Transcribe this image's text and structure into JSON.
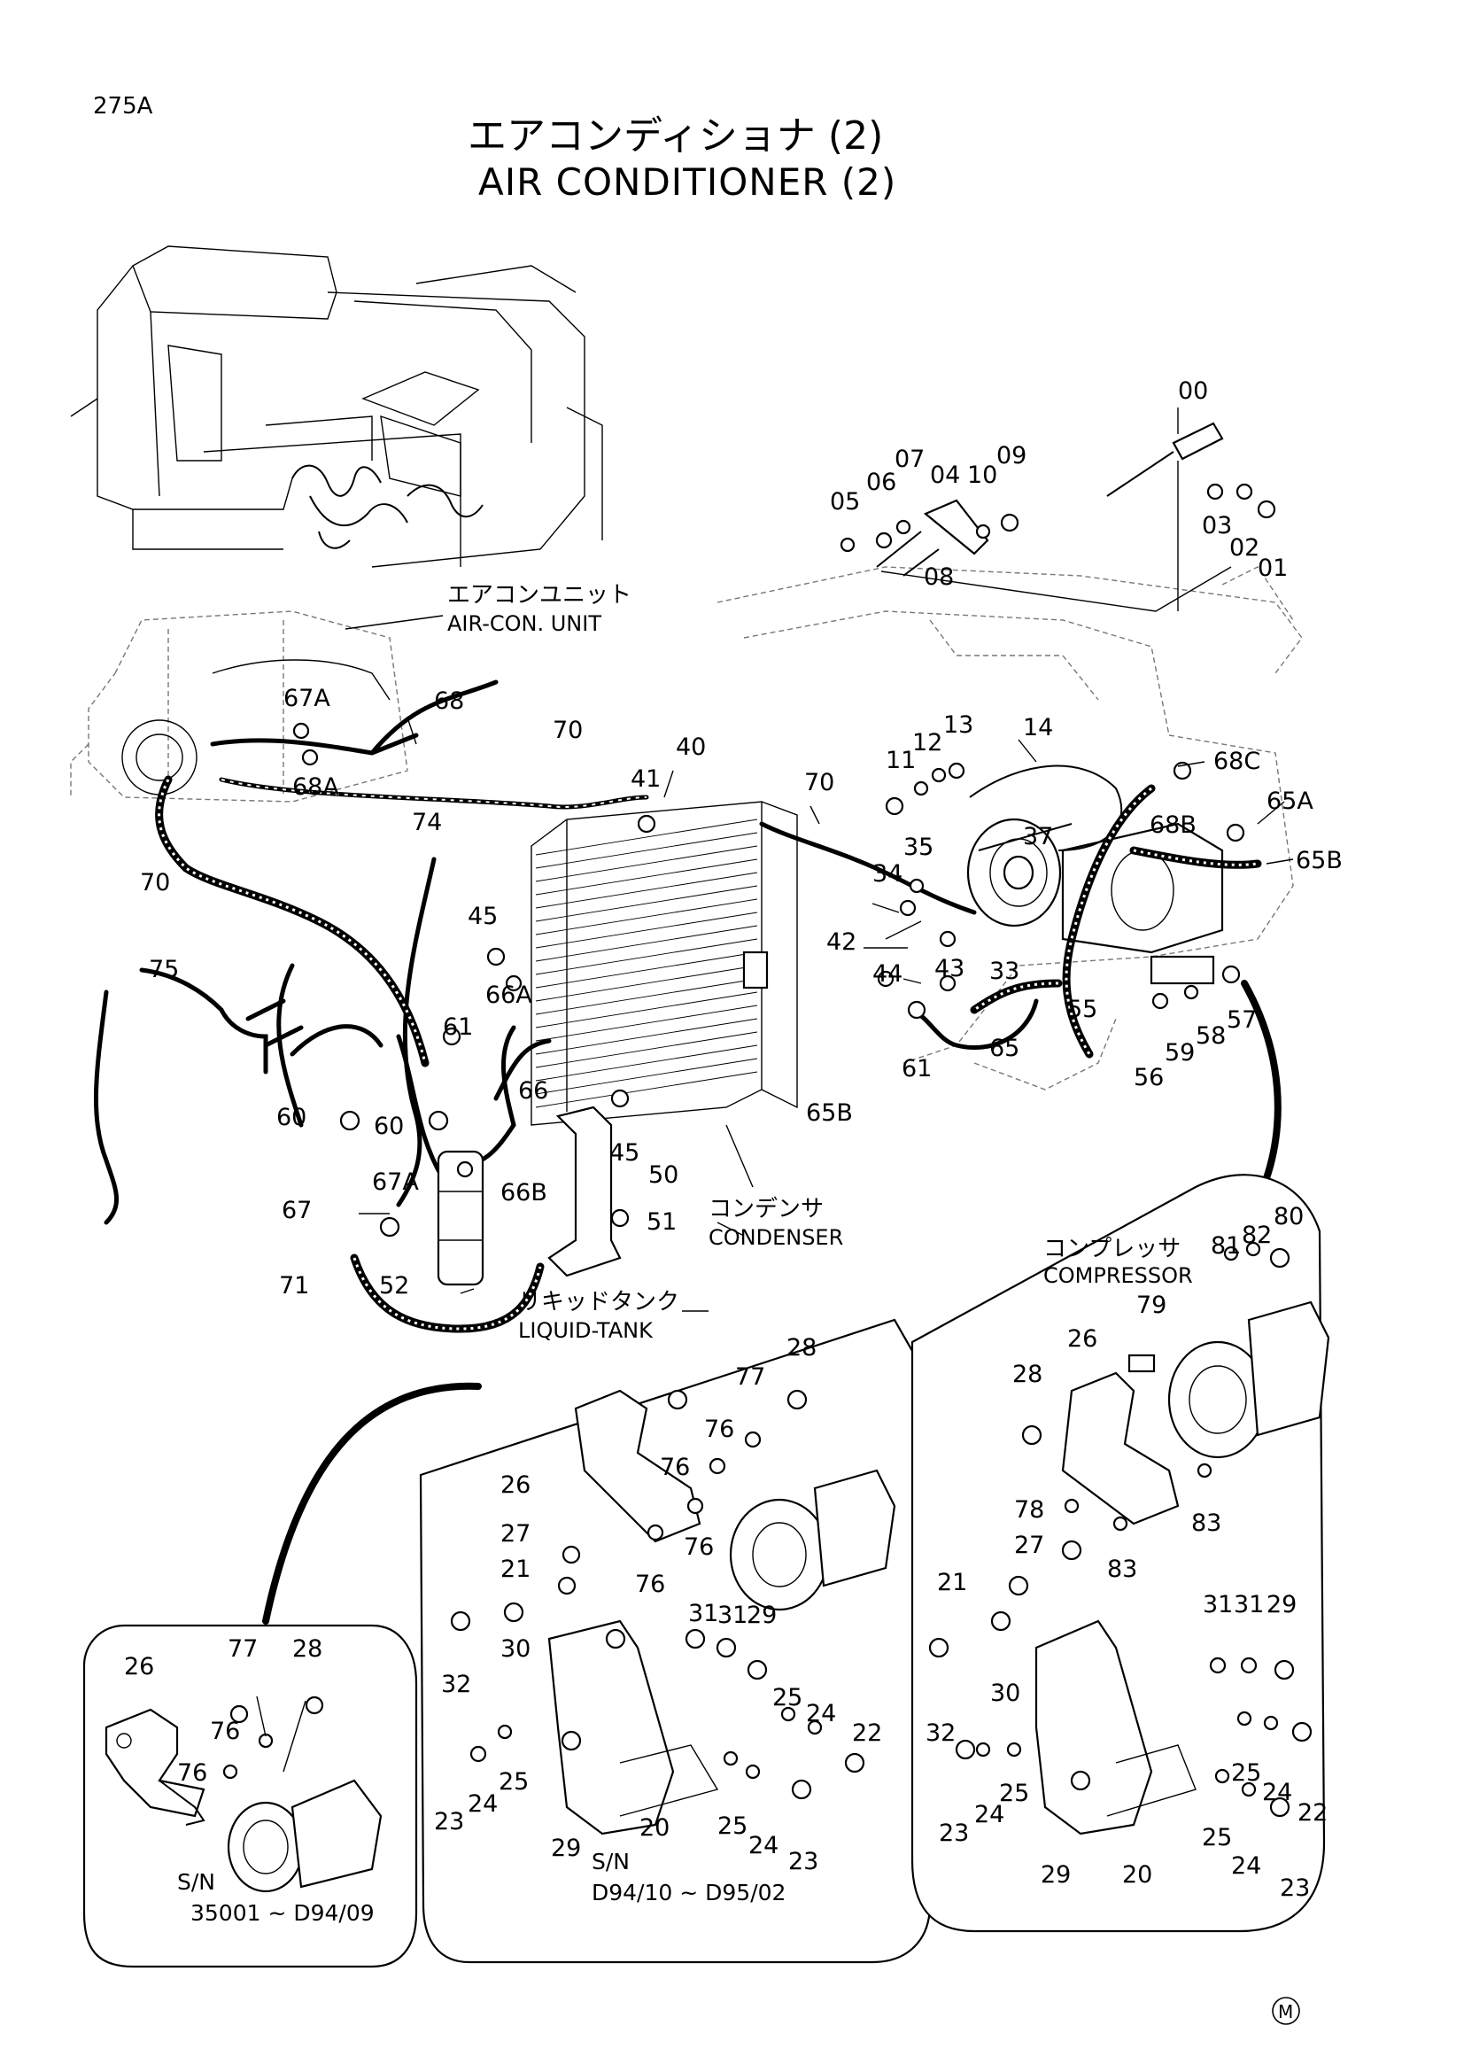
{
  "page": {
    "code": "275A",
    "title_jp": "エアコンディショナ (2)",
    "title_en": "AIR CONDITIONER (2)",
    "mark": "M"
  },
  "callouts": {
    "air_con_unit": {
      "jp": "エアコンユニット",
      "en": "AIR-CON. UNIT"
    },
    "condenser": {
      "jp": "コンデンサ",
      "en": "CONDENSER"
    },
    "liquid_tank": {
      "jp": "リキッドタンク",
      "en": "LIQUID-TANK"
    },
    "compressor": {
      "jp": "コンプレッサ",
      "en": "COMPRESSOR"
    }
  },
  "serials": {
    "left": {
      "prefix": "S/N",
      "range": "35001 ~ D94/09"
    },
    "middle": {
      "prefix": "S/N",
      "range": "D94/10 ~ D95/02"
    }
  },
  "labels": {
    "n00": "00",
    "n01": "01",
    "n02": "02",
    "n03": "03",
    "n04": "04",
    "n05": "05",
    "n06": "06",
    "n07": "07",
    "n08": "08",
    "n09": "09",
    "n10": "10",
    "n11": "11",
    "n12": "12",
    "n13": "13",
    "n14": "14",
    "n20": "20",
    "n21": "21",
    "n22": "22",
    "n23": "23",
    "n24": "24",
    "n25": "25",
    "n26": "26",
    "n27": "27",
    "n28": "28",
    "n29": "29",
    "n30": "30",
    "n31": "31",
    "n32": "32",
    "n33": "33",
    "n34": "34",
    "n35": "35",
    "n37": "37",
    "n40": "40",
    "n41": "41",
    "n42": "42",
    "n43": "43",
    "n44": "44",
    "n45": "45",
    "n50": "50",
    "n51": "51",
    "n52": "52",
    "n55": "55",
    "n56": "56",
    "n57": "57",
    "n58": "58",
    "n59": "59",
    "n60": "60",
    "n61": "61",
    "n65": "65",
    "n65A": "65A",
    "n65B": "65B",
    "n66": "66",
    "n66A": "66A",
    "n66B": "66B",
    "n67": "67",
    "n67A": "67A",
    "n68": "68",
    "n68A": "68A",
    "n68B": "68B",
    "n68C": "68C",
    "n70": "70",
    "n71": "71",
    "n74": "74",
    "n75": "75",
    "n76": "76",
    "n77": "77",
    "n78": "78",
    "n79": "79",
    "n80": "80",
    "n81": "81",
    "n82": "82",
    "n83": "83"
  }
}
